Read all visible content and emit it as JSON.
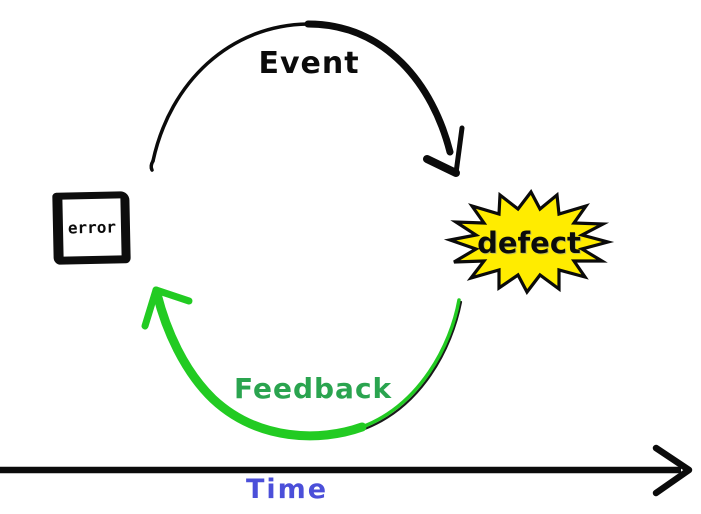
{
  "diagram": {
    "background": "#ffffff",
    "nodes": {
      "error": {
        "label": "error",
        "shape": "hand-drawn-square",
        "border_color": "#0d0d0d",
        "fill": "#ffffff"
      },
      "defect": {
        "label": "defect",
        "shape": "starburst",
        "fill": "#ffec00",
        "outline_color": "#0b0b0b",
        "label_color": "#0b0b0b"
      }
    },
    "edges": [
      {
        "label": "Event",
        "from": "error",
        "to": "defect",
        "path": "arc-over-top",
        "color": "#0b0b0b",
        "label_color": "#0b0b0b"
      },
      {
        "label": "Feedback",
        "from": "defect",
        "to": "error",
        "path": "arc-under-bottom",
        "color": "#22cb22",
        "label_color": "#2aa44f"
      }
    ],
    "axis": {
      "label": "Time",
      "label_color": "#4b4fd9",
      "line_color": "#0b0b0b",
      "orientation": "horizontal",
      "direction": "right"
    }
  }
}
